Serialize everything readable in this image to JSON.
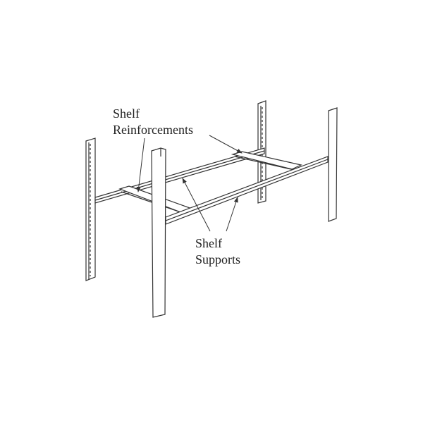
{
  "diagram": {
    "labels": {
      "reinforcement_line1": "Shelf",
      "reinforcement_line2": "Reinforcements",
      "supports_line1": "Shelf",
      "supports_line2": "Supports"
    },
    "colors": {
      "stroke": "#333333",
      "fill": "#ffffff"
    }
  }
}
